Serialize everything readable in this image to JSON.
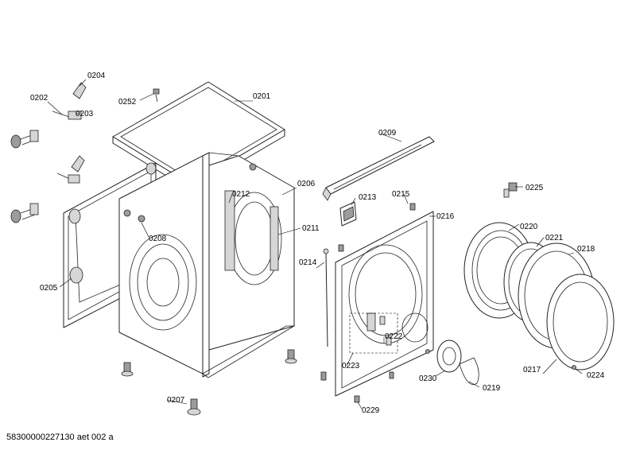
{
  "diagram": {
    "callouts": {
      "c0201": "0201",
      "c0202": "0202",
      "c0203": "0203",
      "c0204": "0204",
      "c0205": "0205",
      "c0206": "0206",
      "c0207": "0207",
      "c0208": "0208",
      "c0209": "0209",
      "c0211": "0211",
      "c0212": "0212",
      "c0213": "0213",
      "c0214": "0214",
      "c0215": "0215",
      "c0216": "0216",
      "c0217": "0217",
      "c0218": "0218",
      "c0219": "0219",
      "c0220": "0220",
      "c0221": "0221",
      "c0222": "0222",
      "c0223": "0223",
      "c0224": "0224",
      "c0225": "0225",
      "c0229": "0229",
      "c0230": "0230",
      "c0252": "0252"
    }
  },
  "footer": {
    "drawing_id": "58300000227130 aet 002 a"
  }
}
